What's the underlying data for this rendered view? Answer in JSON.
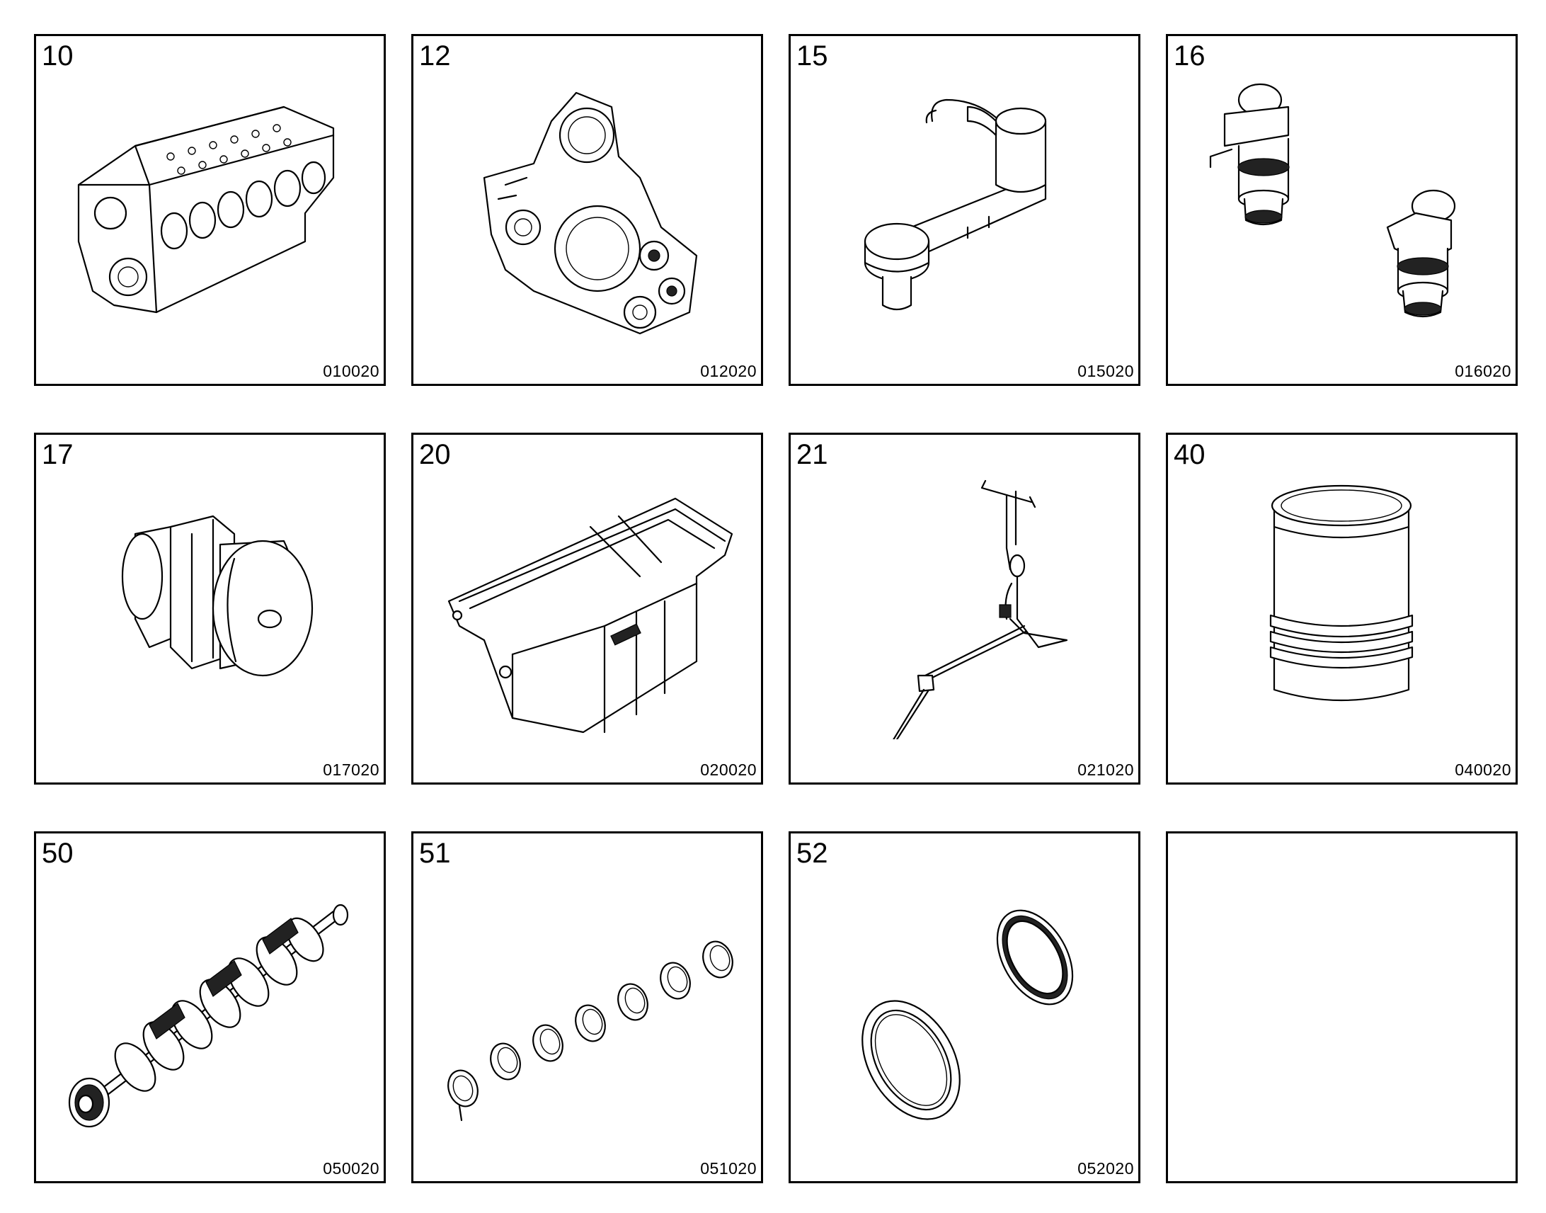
{
  "parts": [
    {
      "number": "10",
      "code": "010020",
      "icon": "engine-block-icon"
    },
    {
      "number": "12",
      "code": "012020",
      "icon": "timing-case-icon"
    },
    {
      "number": "15",
      "code": "015020",
      "icon": "oil-pipe-icon"
    },
    {
      "number": "16",
      "code": "016020",
      "icon": "thermostat-housing-icon"
    },
    {
      "number": "17",
      "code": "017020",
      "icon": "threaded-plug-icon"
    },
    {
      "number": "20",
      "code": "020020",
      "icon": "oil-pan-icon"
    },
    {
      "number": "21",
      "code": "021020",
      "icon": "dipstick-icon"
    },
    {
      "number": "40",
      "code": "040020",
      "icon": "cylinder-liner-icon"
    },
    {
      "number": "50",
      "code": "050020",
      "icon": "crankshaft-icon"
    },
    {
      "number": "51",
      "code": "051020",
      "icon": "bearing-shells-icon"
    },
    {
      "number": "52",
      "code": "052020",
      "icon": "seal-rings-icon"
    },
    {
      "number": "",
      "code": "",
      "icon": ""
    }
  ]
}
